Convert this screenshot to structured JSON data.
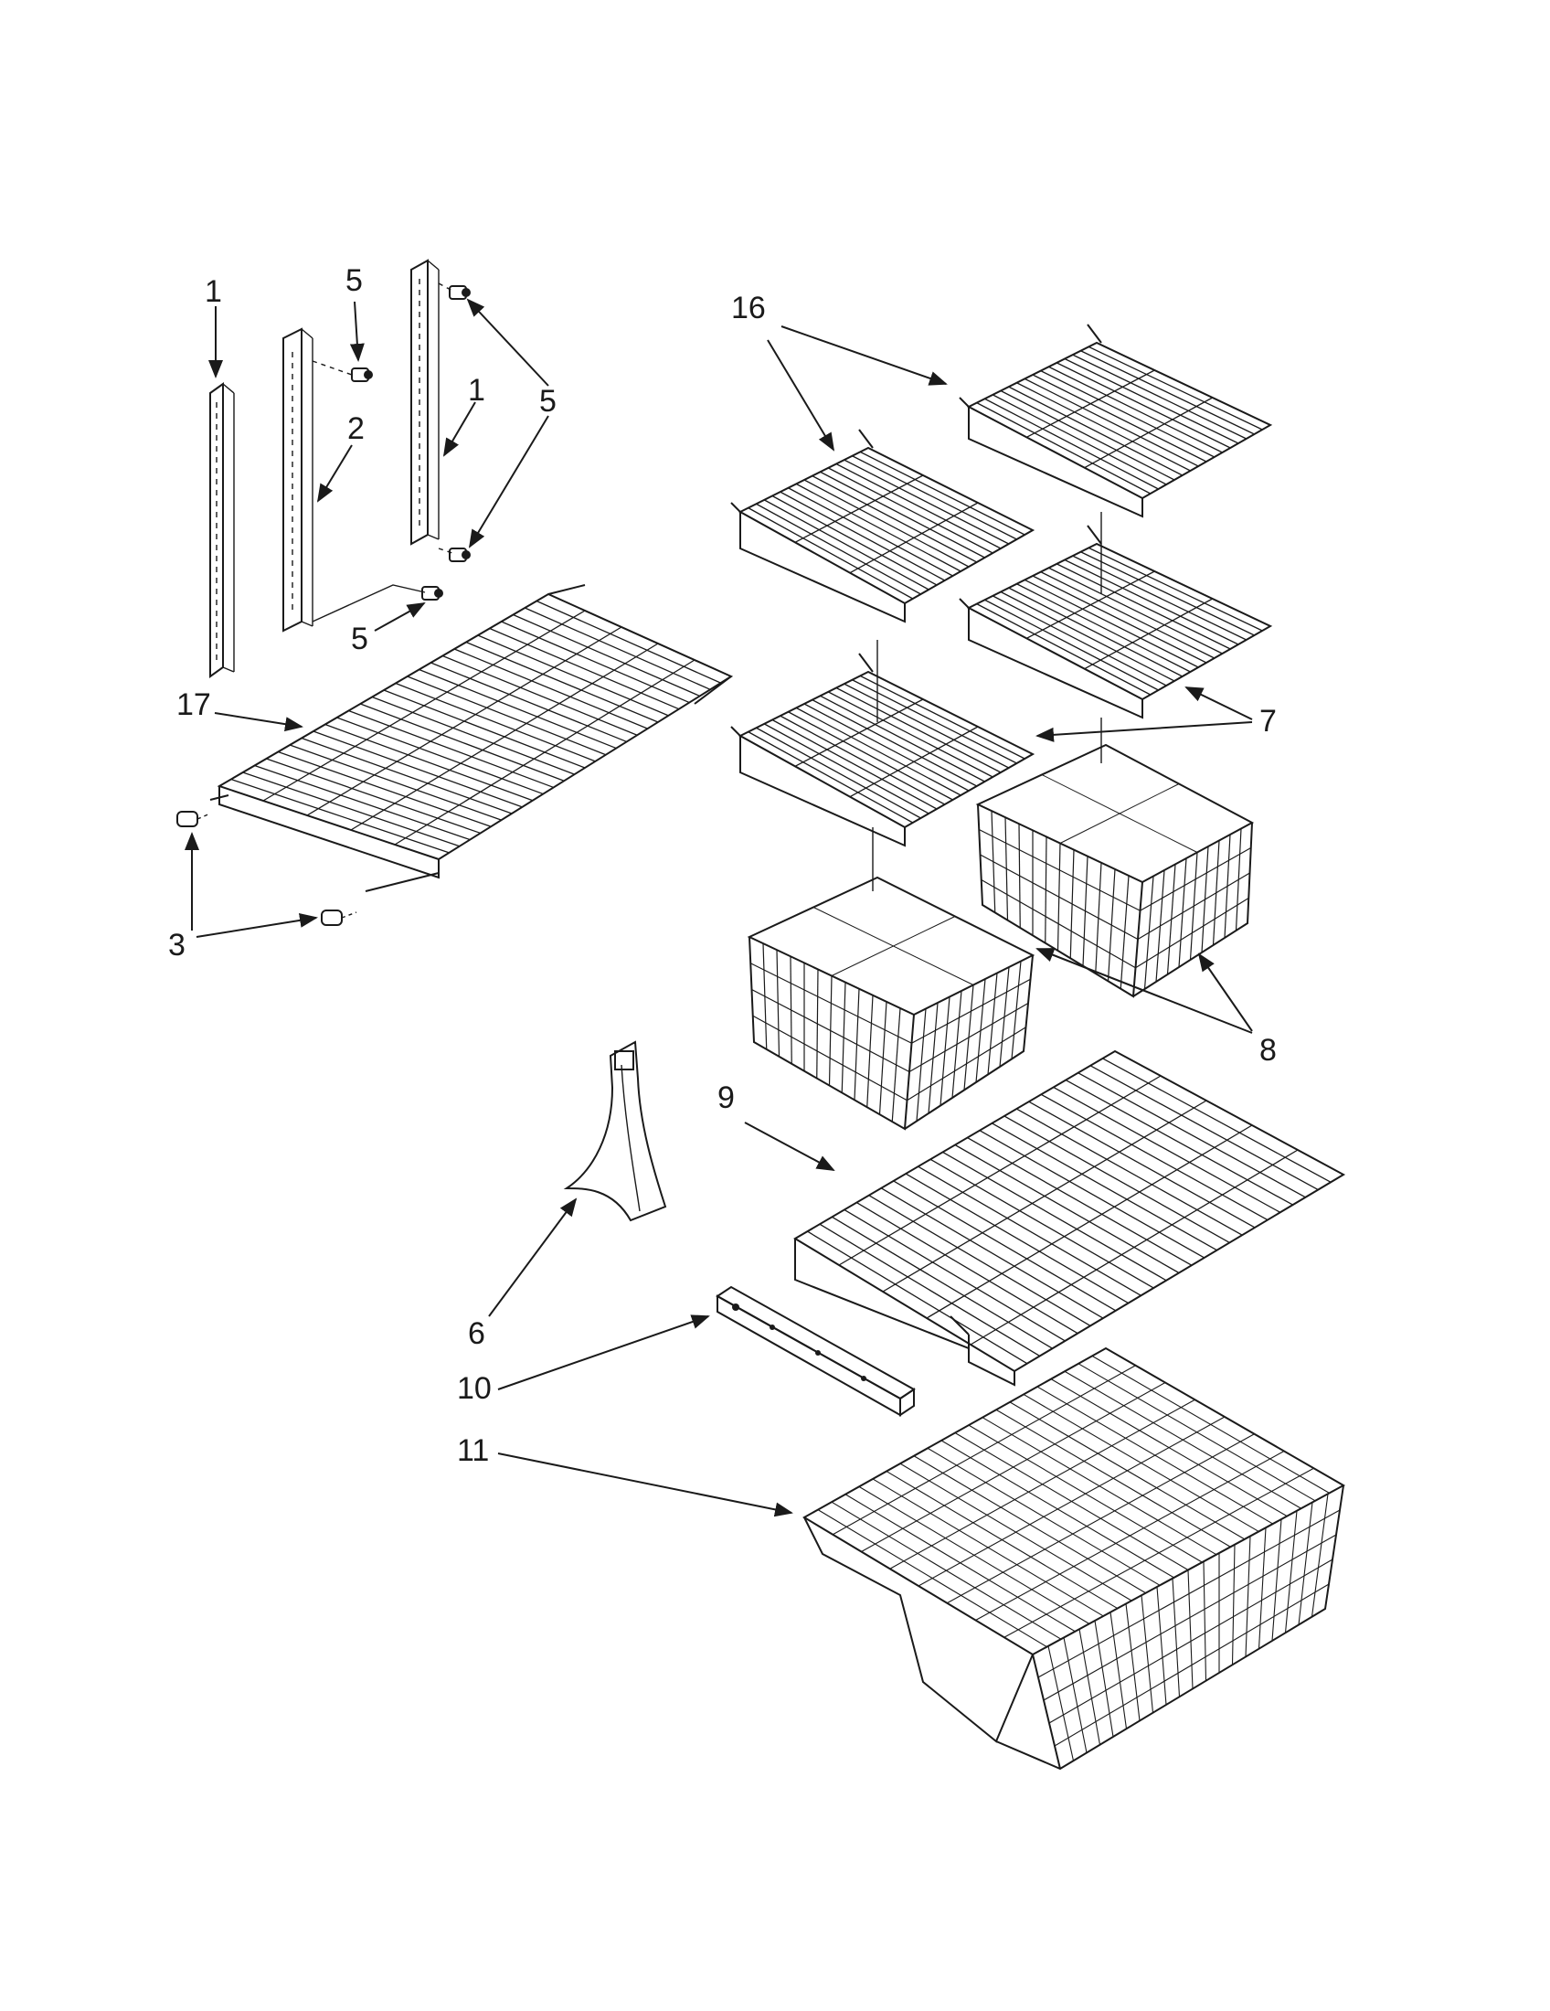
{
  "diagram": {
    "labels": {
      "rail_left": "1",
      "rail_right": "1",
      "rail_center": "2",
      "shelf_pin": "3",
      "screw_top": "5",
      "screw_right": "5",
      "screw_bottom": "5",
      "divider": "6",
      "shelf_right": "7",
      "basket_small": "8",
      "shelf_large": "9",
      "slide": "10",
      "basket_large": "11",
      "shelf_top": "16",
      "shelf_wide": "17"
    }
  }
}
